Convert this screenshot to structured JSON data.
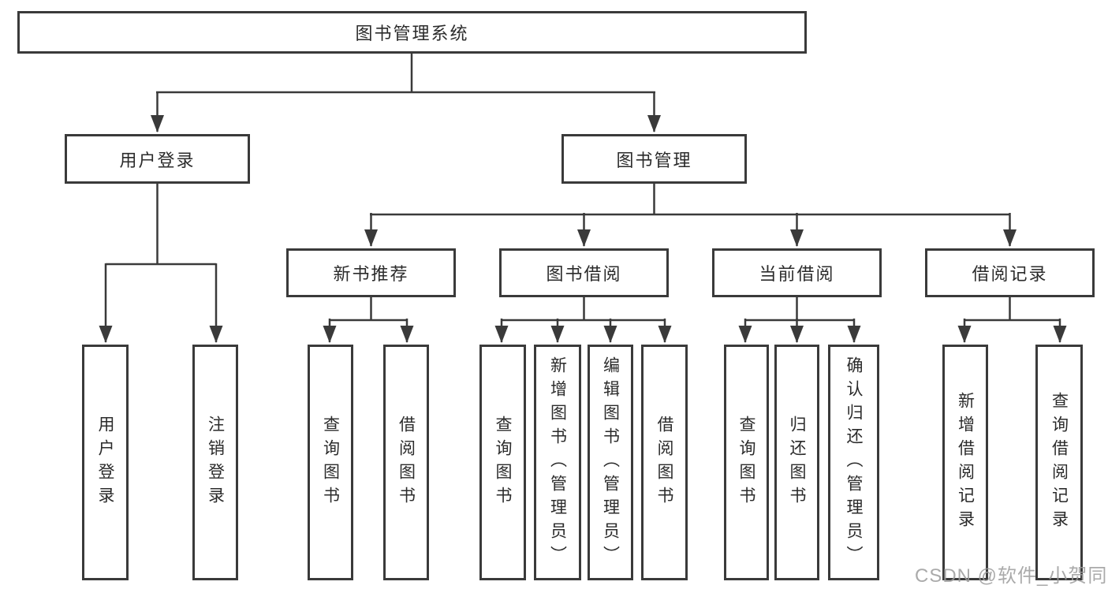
{
  "diagram": {
    "root": {
      "label": "图书管理系统"
    },
    "children": [
      {
        "label": "用户登录",
        "children": [
          {
            "label": "用户登录"
          },
          {
            "label": "注销登录"
          }
        ]
      },
      {
        "label": "图书管理",
        "children": [
          {
            "label": "新书推荐",
            "children": [
              {
                "label": "查询图书"
              },
              {
                "label": "借阅图书"
              }
            ]
          },
          {
            "label": "图书借阅",
            "children": [
              {
                "label": "查询图书"
              },
              {
                "label": "新增图书（管理员）"
              },
              {
                "label": "编辑图书（管理员）"
              },
              {
                "label": "借阅图书"
              }
            ]
          },
          {
            "label": "当前借阅",
            "children": [
              {
                "label": "查询图书"
              },
              {
                "label": "归还图书"
              },
              {
                "label": "确认归还（管理员）"
              }
            ]
          },
          {
            "label": "借阅记录",
            "children": [
              {
                "label": "新增借阅记录"
              },
              {
                "label": "查询借阅记录"
              }
            ]
          }
        ]
      }
    ]
  },
  "watermark": {
    "text": "CSDN @软件_小贺同学"
  },
  "colors": {
    "line": "#3a3a3a",
    "text": "#2b2b2b",
    "background": "#ffffff",
    "watermark": "#9b9b9b"
  }
}
